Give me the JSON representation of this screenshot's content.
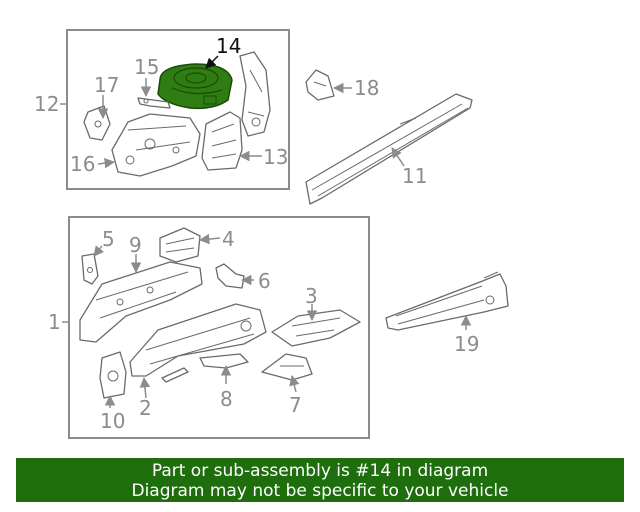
{
  "diagram": {
    "highlight_color": "#2f7d12",
    "highlighted_part": "14",
    "callouts": [
      "1",
      "2",
      "3",
      "4",
      "5",
      "6",
      "7",
      "8",
      "9",
      "10",
      "11",
      "12",
      "13",
      "14",
      "15",
      "16",
      "17",
      "18",
      "19"
    ]
  },
  "banner": {
    "line1": "Part or sub-assembly is #14 in diagram",
    "line2": "Diagram may not be specific to your vehicle",
    "background": "#1e6e0d"
  }
}
